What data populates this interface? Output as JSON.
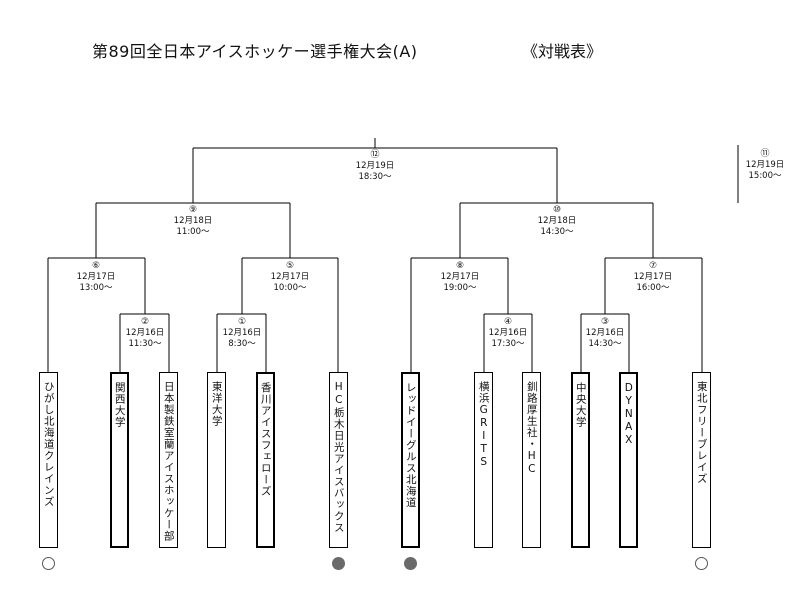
{
  "header": {
    "title": "第89回全日本アイスホッケー選手権大会(A)",
    "subtitle": "《対戦表》"
  },
  "matches": {
    "m1": {
      "no": "①",
      "date": "12月16日",
      "time": "8:30〜"
    },
    "m2": {
      "no": "②",
      "date": "12月16日",
      "time": "11:30〜"
    },
    "m3": {
      "no": "③",
      "date": "12月16日",
      "time": "14:30〜"
    },
    "m4": {
      "no": "④",
      "date": "12月16日",
      "time": "17:30〜"
    },
    "m5": {
      "no": "⑤",
      "date": "12月17日",
      "time": "10:00〜"
    },
    "m6": {
      "no": "⑥",
      "date": "12月17日",
      "time": "13:00〜"
    },
    "m7": {
      "no": "⑦",
      "date": "12月17日",
      "time": "16:00〜"
    },
    "m8": {
      "no": "⑧",
      "date": "12月17日",
      "time": "19:00〜"
    },
    "m9": {
      "no": "⑨",
      "date": "12月18日",
      "time": "11:00〜"
    },
    "m10": {
      "no": "⑩",
      "date": "12月18日",
      "time": "14:30〜"
    },
    "m11": {
      "no": "⑪",
      "date": "12月19日",
      "time": "15:00〜"
    },
    "m12": {
      "no": "⑫",
      "date": "12月19日",
      "time": "18:30〜"
    }
  },
  "teams": [
    {
      "name": "ひがし北海道クレインズ",
      "marker": "open"
    },
    {
      "name": "関西大学",
      "marker": "none"
    },
    {
      "name": "日本製鉄室蘭アイスホッケー部",
      "marker": "none"
    },
    {
      "name": "東洋大学",
      "marker": "none"
    },
    {
      "name": "香川アイスフェローズ",
      "marker": "none"
    },
    {
      "name": "HC栃木日光アイスバックス",
      "marker": "filled"
    },
    {
      "name": "レッドイーグルス北海道",
      "marker": "filled"
    },
    {
      "name": "横浜GRITS",
      "marker": "none"
    },
    {
      "name": "釧路厚生社・HC",
      "marker": "none"
    },
    {
      "name": "中央大学",
      "marker": "none"
    },
    {
      "name": "DYNAX",
      "marker": "none"
    },
    {
      "name": "東北フリーブレイズ",
      "marker": "open"
    }
  ],
  "colors": {
    "line": "#000000",
    "marker_filled": "#6a6a6a",
    "marker_open_border": "#555555"
  }
}
